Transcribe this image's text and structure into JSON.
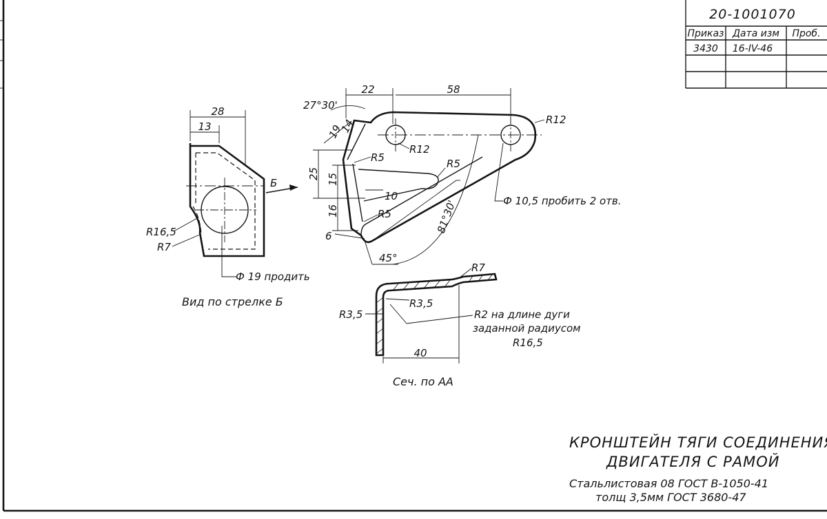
{
  "title_block": {
    "drawing_number": "20-1001070",
    "headers": [
      "Приказ",
      "Дата изм",
      "Проб."
    ],
    "row": [
      "3430",
      "16-IV-46",
      ""
    ]
  },
  "side_view": {
    "caption": "Вид по стрелке Б",
    "dims": [
      "28",
      "13"
    ],
    "labels": [
      "R16,5",
      "R7",
      "Ф 19 продить"
    ]
  },
  "main_view": {
    "arrow_label": "Б",
    "dims": [
      "22",
      "58",
      "27°30'",
      "19",
      "14",
      "R12",
      "R12",
      "R5",
      "R5",
      "R5",
      "25",
      "15",
      "10",
      "16",
      "6",
      "45°",
      "81°30'"
    ],
    "hole_note": "Ф 10,5 пробить 2 отв."
  },
  "section": {
    "caption": "Сеч. по АА",
    "dims": [
      "R7",
      "R3,5",
      "R3,5",
      "40"
    ],
    "note_lines": [
      "R2 на длине дуги",
      "заданной радиусом",
      "R16,5"
    ]
  },
  "part": {
    "title_lines": [
      "КРОНШТЕЙН ТЯГИ СОЕДИНЕНИЯ",
      "ДВИГАТЕЛЯ С РАМОЙ"
    ],
    "material_lines": [
      "Стальлистовая 08 ГОСТ В-1050-41",
      "толщ 3,5мм ГОСТ 3680-47"
    ]
  }
}
